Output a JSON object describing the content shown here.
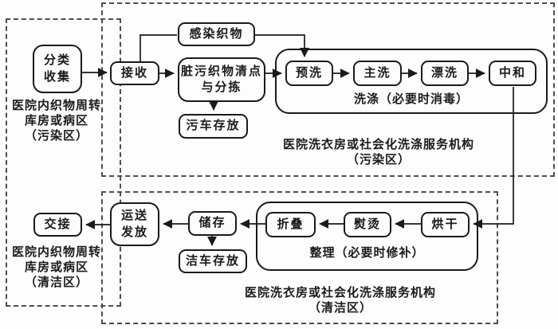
{
  "colors": {
    "line": "#1a1a1a",
    "dashed_border": "#4d4d4d",
    "background": "#fdfdfd",
    "text": "#1a1a1a"
  },
  "zones": {
    "hospital": {
      "label_top": "医院内织物周转\n库房或病区\n（污染区）",
      "label_bottom": "医院内织物周转\n库房或病区\n（清洁区）"
    },
    "laundry_dirty": {
      "label": "医院洗衣房或社会化洗涤服务机构\n（污染区）"
    },
    "laundry_clean": {
      "label": "医院洗衣房或社会化洗涤服务机构\n（清洁区）"
    }
  },
  "groups": {
    "washing": {
      "label": "洗涤（必要时消毒）"
    },
    "finishing": {
      "label": "整理（必要时修补）"
    }
  },
  "nodes": {
    "sort_collect": "分类\n收集",
    "receive": "接收",
    "infected_textile": "感染织物",
    "count_sort": "脏污织物清点\n与分拣",
    "dirty_cart_storage": "污车存放",
    "prewash": "预洗",
    "main_wash": "主洗",
    "rinse": "漂洗",
    "neutralize": "中和",
    "dry": "烘干",
    "iron": "熨烫",
    "fold": "折叠",
    "store": "储存",
    "clean_cart_storage": "洁车存放",
    "transport_dispatch": "运送\n发放",
    "handover": "交接"
  }
}
